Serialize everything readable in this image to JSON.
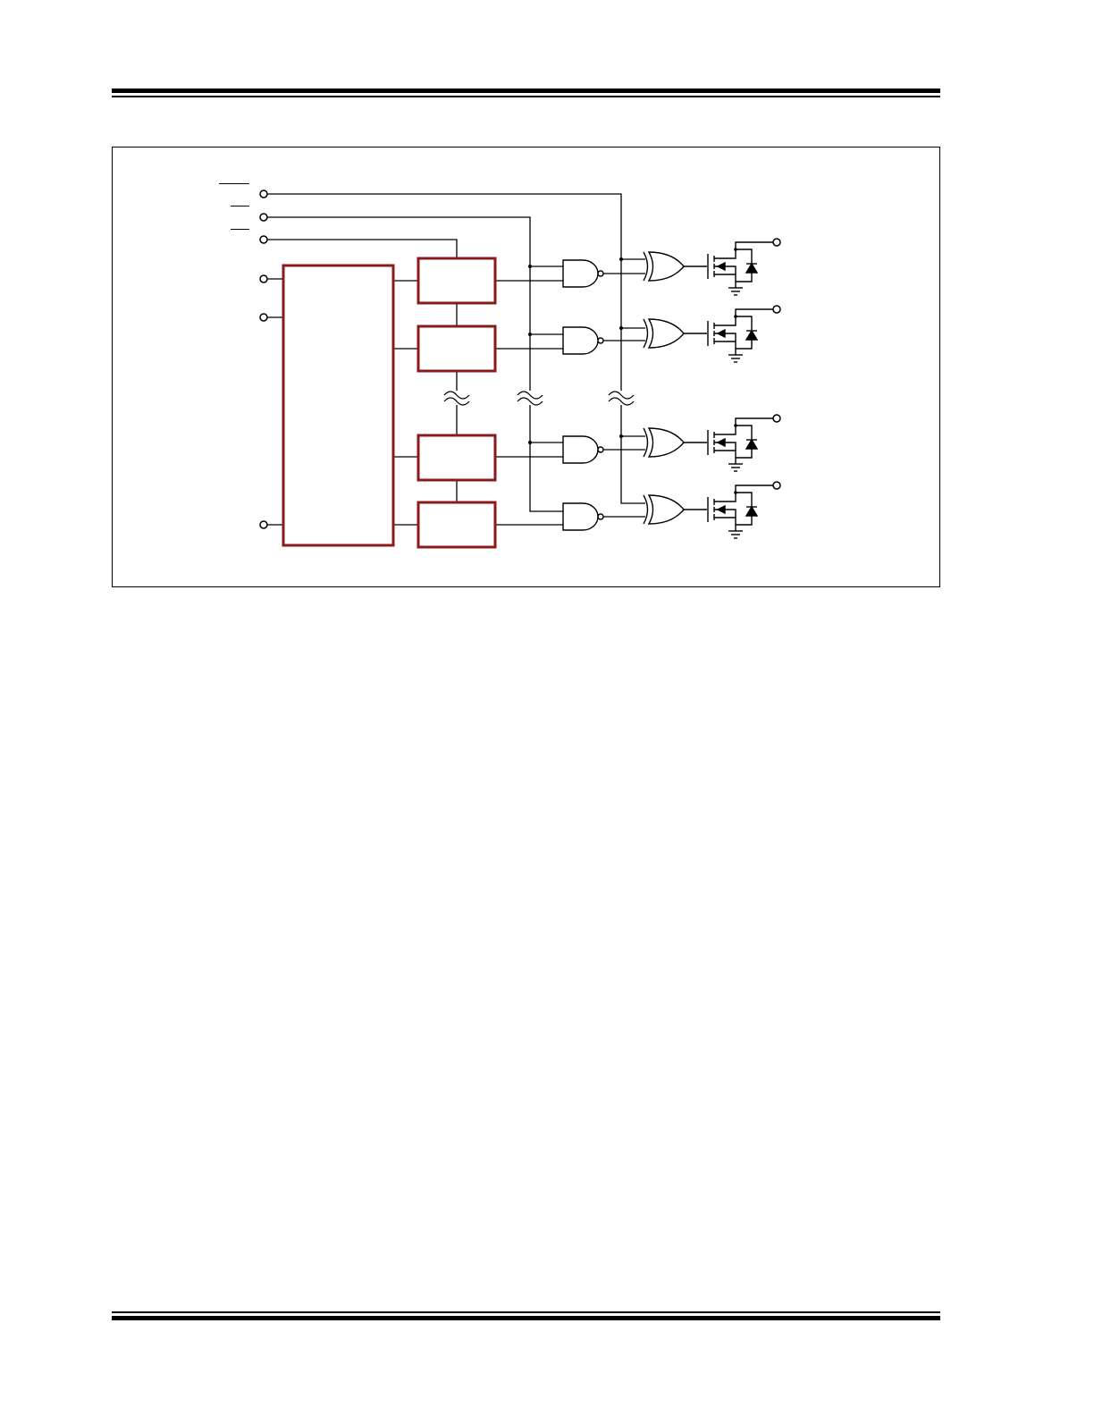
{
  "page": {
    "header": "",
    "footer": ""
  },
  "figure": {
    "caption": "",
    "line_color": "#000000",
    "block_color": "#8b1a1a",
    "inputs": [
      {
        "id": "input-1",
        "label": "",
        "overbar": true
      },
      {
        "id": "input-2",
        "label": "",
        "overbar": true
      },
      {
        "id": "input-3",
        "label": "",
        "overbar": true
      },
      {
        "id": "input-4",
        "label": ""
      },
      {
        "id": "input-5",
        "label": ""
      },
      {
        "id": "input-6",
        "label": ""
      }
    ],
    "blocks": {
      "shift_register": {
        "label": ""
      },
      "latches": [
        {
          "label": ""
        },
        {
          "label": ""
        },
        {
          "label": ""
        },
        {
          "label": ""
        }
      ]
    },
    "channels": [
      {
        "output_label": ""
      },
      {
        "output_label": ""
      },
      {
        "output_label": ""
      },
      {
        "output_label": ""
      }
    ],
    "gates": {
      "nand_count": 4,
      "xor_count": 4,
      "mosfet_count": 4
    },
    "break_symbol": "≈"
  }
}
